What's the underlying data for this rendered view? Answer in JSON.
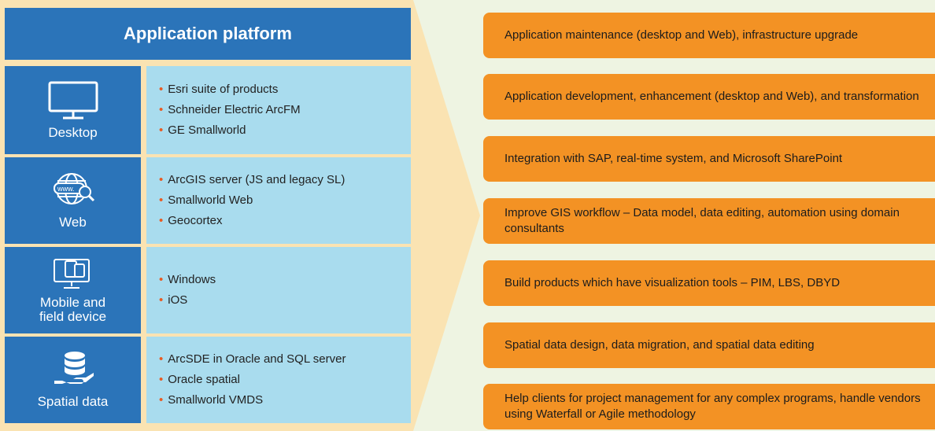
{
  "header": {
    "title": "Application platform"
  },
  "categories": [
    {
      "label": "Desktop",
      "icon": "monitor-icon",
      "items": [
        "Esri suite of products",
        "Schneider Electric ArcFM",
        "GE Smallworld"
      ]
    },
    {
      "label": "Web",
      "icon": "globe-search-icon",
      "items": [
        "ArcGIS server (JS and legacy SL)",
        "Smallworld Web",
        "Geocortex"
      ]
    },
    {
      "label": "Mobile and field device",
      "label_lines": [
        "Mobile and",
        "field device"
      ],
      "icon": "mobile-devices-icon",
      "items": [
        "Windows",
        "iOS"
      ]
    },
    {
      "label": "Spatial data",
      "icon": "database-hand-icon",
      "items": [
        "ArcSDE in Oracle and SQL server",
        "Oracle spatial",
        "Smallworld VMDS"
      ]
    }
  ],
  "services": [
    "Application maintenance (desktop and Web), infrastructure upgrade",
    "Application development, enhancement (desktop and Web), and transformation",
    "Integration with SAP, real-time system, and Microsoft SharePoint",
    "Improve GIS workflow – Data model, data editing, automation using domain consultants",
    "Build products which have visualization tools – PIM, LBS, DBYD",
    "Spatial data design, data migration, and spatial data editing",
    "Help clients for project management for any complex programs, handle vendors using Waterfall or Agile methodology"
  ],
  "colors": {
    "blue": "#2b74b9",
    "light_blue": "#a9dcee",
    "orange": "#f39224",
    "bullet": "#e85b22",
    "arrow": "#fae3b2"
  }
}
